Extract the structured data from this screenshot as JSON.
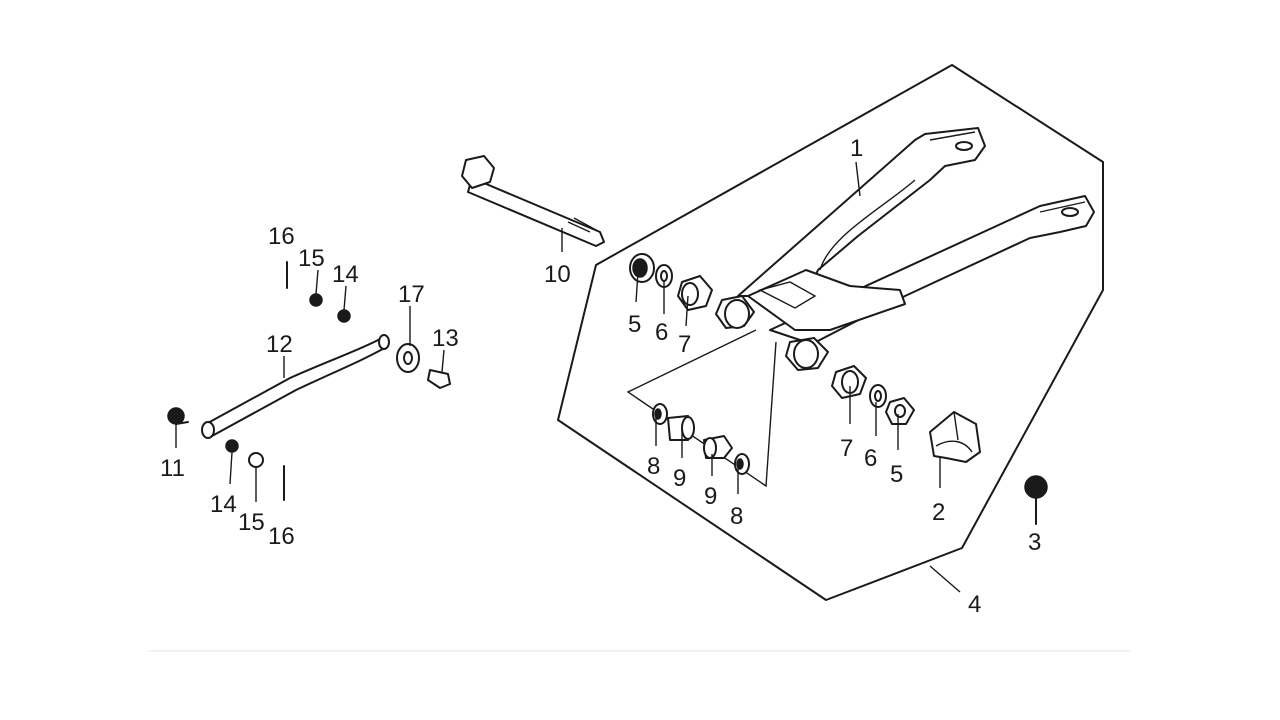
{
  "diagram": {
    "colors": {
      "line": "#1a1a1a",
      "background": "#ffffff"
    },
    "callouts": [
      {
        "id": "c1",
        "text": "1"
      },
      {
        "id": "c2",
        "text": "2"
      },
      {
        "id": "c3",
        "text": "3"
      },
      {
        "id": "c4",
        "text": "4"
      },
      {
        "id": "c5a",
        "text": "5"
      },
      {
        "id": "c6a",
        "text": "6"
      },
      {
        "id": "c7a",
        "text": "7"
      },
      {
        "id": "c5b",
        "text": "5"
      },
      {
        "id": "c6b",
        "text": "6"
      },
      {
        "id": "c7b",
        "text": "7"
      },
      {
        "id": "c8a",
        "text": "8"
      },
      {
        "id": "c9a",
        "text": "9"
      },
      {
        "id": "c9b",
        "text": "9"
      },
      {
        "id": "c8b",
        "text": "8"
      },
      {
        "id": "c10",
        "text": "10"
      },
      {
        "id": "c11",
        "text": "11"
      },
      {
        "id": "c12",
        "text": "12"
      },
      {
        "id": "c13",
        "text": "13"
      },
      {
        "id": "c14a",
        "text": "14"
      },
      {
        "id": "c15a",
        "text": "15"
      },
      {
        "id": "c16a",
        "text": "16"
      },
      {
        "id": "c14b",
        "text": "14"
      },
      {
        "id": "c15b",
        "text": "15"
      },
      {
        "id": "c16b",
        "text": "16"
      },
      {
        "id": "c17",
        "text": "17"
      }
    ]
  }
}
